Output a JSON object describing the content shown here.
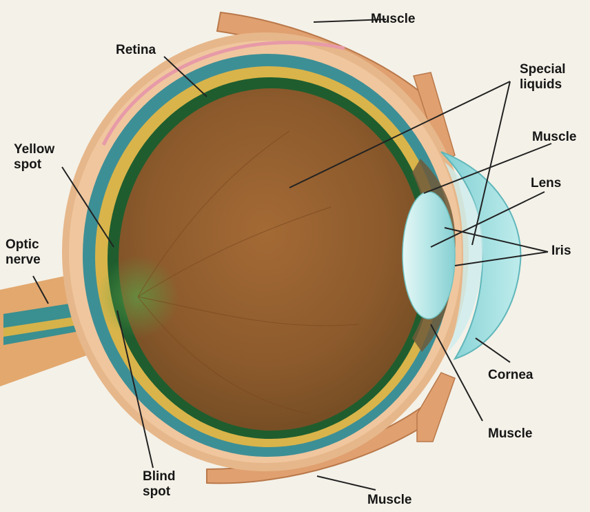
{
  "diagram": {
    "labels": {
      "muscle_top": "Muscle",
      "retina": "Retina",
      "special_liquids": "Special\nliquids",
      "yellow_spot": "Yellow\nspot",
      "muscle_right": "Muscle",
      "lens": "Lens",
      "optic_nerve": "Optic\nnerve",
      "iris": "Iris",
      "cornea": "Cornea",
      "muscle_lower_right": "Muscle",
      "blind_spot": "Blind\nspot",
      "muscle_bottom": "Muscle"
    },
    "colors": {
      "background": "#f4f1e8",
      "muscle": "#e0a070",
      "sclera_outer": "#e8b888",
      "blue_layer": "#3d8f96",
      "yellow_layer": "#d9b44a",
      "retina_ring": "#1f5d2e",
      "vitreous_body": "#8b5a2a",
      "lens": "#aee4e4",
      "cornea": "#9fdcdc",
      "iris": "#6e5a3a",
      "leader_line": "#222222",
      "label_text": "#161616"
    }
  }
}
